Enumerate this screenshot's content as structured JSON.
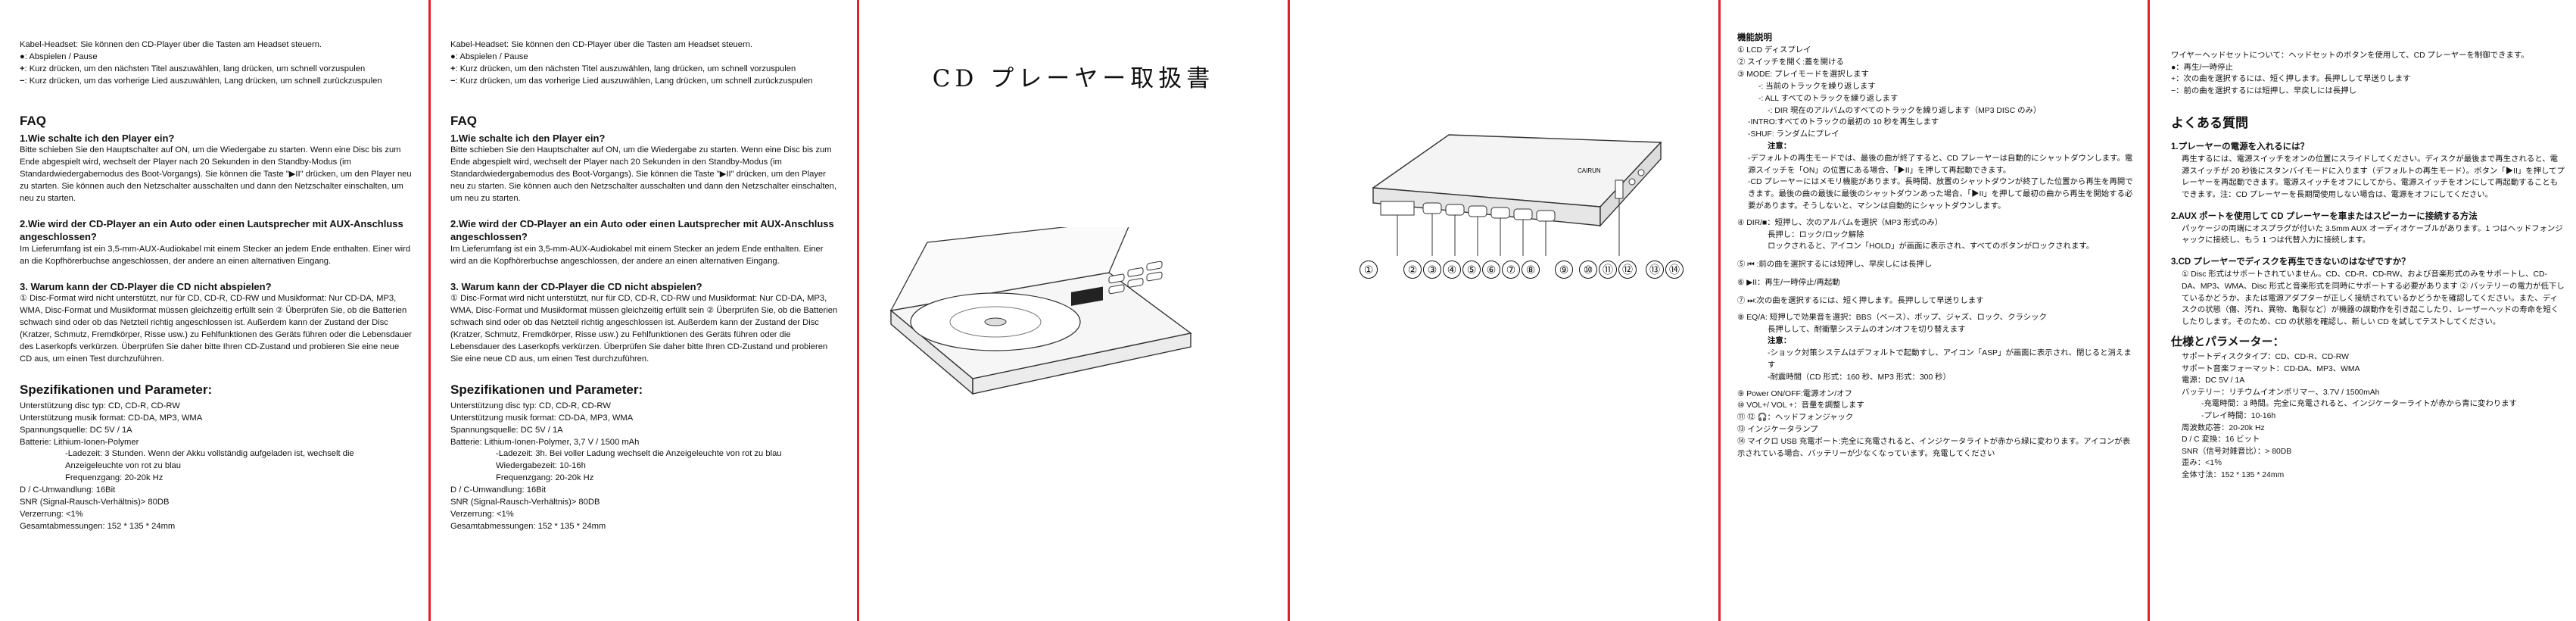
{
  "de_page": {
    "headset": "Kabel-Headset: Sie können den CD-Player über die Tasten am Headset steuern.",
    "headset_items": [
      {
        "icon": "●",
        "text": ": Abspielen / Pause"
      },
      {
        "icon": "+",
        "text": ": Kurz drücken, um den nächsten Titel auszuwählen, lang drücken, um schnell vorzuspulen"
      },
      {
        "icon": "−",
        "text": ": Kurz drücken, um das vorherige Lied auszuwählen, Lang drücken, um schnell zurückzuspulen"
      }
    ],
    "faq_title": "FAQ",
    "q1": "1.Wie schalte ich den Player ein?",
    "a1": "Bitte schieben Sie den Hauptschalter auf ON, um die Wiedergabe zu starten. Wenn eine Disc bis zum Ende abgespielt wird, wechselt der Player nach 20 Sekunden in den Standby-Modus (im Standardwiedergabemodus des Boot-Vorgangs). Sie können die Taste \"▶II\" drücken, um den Player neu zu starten. Sie können auch den Netzschalter ausschalten und dann den Netzschalter einschalten, um neu zu starten.",
    "q2": "2.Wie wird der CD-Player an ein Auto oder einen Lautsprecher mit AUX-Anschluss angeschlossen?",
    "a2": "Im Lieferumfang ist ein 3,5-mm-AUX-Audiokabel mit einem Stecker an jedem Ende enthalten. Einer wird an die Kopfhörerbuchse angeschlossen, der andere an einen alternativen Eingang.",
    "q3": "3. Warum kann der CD-Player die CD nicht abspielen?",
    "a3": "① Disc-Format wird nicht unterstützt, nur für CD, CD-R, CD-RW und Musikformat: Nur CD-DA, MP3, WMA, Disc-Format und Musikformat müssen gleichzeitig erfüllt sein ② Überprüfen Sie, ob die Batterien schwach sind oder ob das Netzteil richtig angeschlossen ist. Außerdem kann der Zustand der Disc (Kratzer, Schmutz, Fremdkörper, Risse usw.) zu Fehlfunktionen des Geräts führen oder die Lebensdauer des Laserkopfs verkürzen. Überprüfen Sie daher bitte Ihren CD-Zustand und probieren Sie eine neue CD aus, um einen Test durchzuführen.",
    "spec_title": "Spezifikationen und Parameter:",
    "specs": [
      "Unterstützung disc typ: CD, CD-R, CD-RW",
      "Unterstützung musik format: CD-DA, MP3, WMA",
      "Spannungsquelle: DC 5V / 1A",
      "Batterie: Lithium-Ionen-Polymer"
    ],
    "specs_battery_detail": [
      "-Ladezeit: 3 Stunden. Wenn der Akku vollständig aufgeladen ist, wechselt die Anzeigeleuchte von rot zu blau",
      "Frequenzgang: 20-20k Hz"
    ],
    "specs_tail": [
      "D / C-Umwandlung: 16Bit",
      "SNR (Signal-Rausch-Verhältnis)> 80DB",
      "Verzerrung: <1%",
      "Gesamtabmessungen: 152 * 135 * 24mm"
    ]
  },
  "de_page2": {
    "specs": [
      "Unterstützung disc typ: CD, CD-R, CD-RW",
      "Unterstützung musik format: CD-DA, MP3, WMA",
      "Spannungsquelle: DC 5V / 1A",
      "Batterie: Lithium-Ionen-Polymer, 3,7 V / 1500 mAh"
    ],
    "specs_battery_detail": [
      "-Ladezeit: 3h. Bei voller Ladung wechselt die Anzeigeleuchte von rot zu blau",
      "Wiedergabezeit: 10-16h",
      "Frequenzgang: 20-20k Hz"
    ],
    "specs_tail": [
      "D / C-Umwandlung: 16Bit",
      "SNR (Signal-Rausch-Verhältnis)> 80DB",
      "Verzerrung: <1%",
      "Gesamtabmessungen: 152 * 135 * 24mm"
    ]
  },
  "cover": {
    "title": "CD プレーヤー取扱書",
    "callouts": [
      "①",
      "②",
      "③",
      "④",
      "⑤",
      "⑥",
      "⑦",
      "⑧",
      "⑨",
      "⑩",
      "⑪",
      "⑫",
      "⑬",
      "⑭"
    ],
    "device_brand": "CAIRUN"
  },
  "jp_left": {
    "title": "機能説明",
    "lines": [
      "① LCD ディスプレイ",
      "② スイッチを開く:蓋を開ける",
      "③ MODE: プレイモードを選択します",
      "-: 当前のトラックを繰り返します",
      "-: ALL すべてのトラックを繰り返します",
      "-: DIR 現在のアルバムのすべてのトラックを繰り返します（MP3 DISC のみ）",
      "-INTRO:すべてのトラックの最初の 10 秒を再生します",
      "-SHUF: ランダムにプレイ",
      "注意：",
      "-デフォルトの再生モードでは、最後の曲が終了すると、CD プレーヤーは自動的にシャットダウンします。電源スイッチを「ON」の位置にある場合、「▶II」を押して再起動できます。",
      "-CD プレーヤーにはメモリ機能があります。長時間、放置のシャットダウンが終了した位置から再生を再開できます。最後の曲の最後に最後のシャットダウンあった場合、「▶II」を押して最初の曲から再生を開始する必要があります。そうしないと、マシンは自動的にシャットダウンします。",
      "④ DIR/■：短押し、次のアルバムを選択（MP3 形式のみ）",
      "長押し：ロック/ロック解除",
      "ロックされると、アイコン「HOLD」が画面に表示され、すべてのボタンがロックされます。",
      "⑤ ⏮ :前の曲を選択するには短押し、早戻しには長押し",
      "⑥ ▶II：再生/一時停止/再起動",
      "⑦ ⏭:次の曲を選択するには、短く押します。長押しして早送りします",
      "⑧ EQ/A: 短押しで効果音を選択：BBS（ベース）、ポップ、ジャズ、ロック、クラシック",
      "長押しして、耐衝撃システムのオン/オフを切り替えます",
      "注意：",
      "-ショック対策システムはデフォルトで起動すし、アイコン「ASP」が画面に表示され、閉じると消えます",
      "-耐震時間（CD 形式：160 秒、MP3 形式：300 秒）",
      "⑨ Power ON/OFF:電源オン/オフ",
      "⑩ VOL+/ VOL +：音量を調整します",
      "⑪ ⑫ 🎧：ヘッドフォンジャック",
      "⑬ インジケータランプ",
      "⑭ マイクロ USB 充電ポート:完全に充電されると、インジケータライトが赤から緑に変わります。アイコンが表示されている場合、バッテリーが少なくなっています。充電してください"
    ]
  },
  "jp_right": {
    "headset": "ワイヤーヘッドセットについて：ヘッドセットのボタンを使用して、CD プレーヤーを制御できます。",
    "headset_items": [
      "●：再生/一時停止",
      "+：次の曲を選択するには、短く押します。長押しして早送りします",
      "−：前の曲を選択するには短押し、早戻しには長押し"
    ],
    "faq_title": "よくある質問",
    "q1": "1.プレーヤーの電源を入れるには？",
    "a1": "再生するには、電源スイッチをオンの位置にスライドしてください。ディスクが最後まで再生されると、電源スイッチが 20 秒後にスタンバイモードに入ります（デフォルトの再生モード）。ボタン「▶II」を押してプレーヤーを再起動できます。電源スイッチをオフにしてから、電源スイッチをオンにして再起動することもできます。注：CD プレーヤーを長期間使用しない場合は、電源をオフにしてください。",
    "q2": "2.AUX ポートを使用して CD プレーヤーを車またはスピーカーに接続する方法",
    "a2": "パッケージの両端にオスプラグが付いた 3.5mm AUX オーディオケーブルがあります。1 つはヘッドフォンジャックに接続し、もう 1 つは代替入力に接続します。",
    "q3": "3.CD プレーヤーでディスクを再生できないのはなぜですか？",
    "a3": "① Disc 形式はサポートされていません。CD、CD-R、CD-RW、および音楽形式のみをサポートし、CD-DA、MP3、WMA、Disc 形式と音楽形式を同時にサポートする必要があります ② バッテリーの電力が低下しているかどうか、または電源アダプターが正しく接続されているかどうかを確認してください。また、ディスクの状態（傷、汚れ、異物、亀裂など）が機器の誤動作を引き起こしたり、レーザーヘッドの寿命を短くしたりします。そのため、CD の状態を確認し、新しい CD を試してテストしてください。",
    "spec_title": "仕様とパラメーター：",
    "specs": [
      "サポートディスクタイプ：CD、CD-R、CD-RW",
      "サポート音楽フォーマット：CD-DA、MP3、WMA",
      "電源：DC 5V / 1A",
      "バッテリー：リチウムイオンポリマー、3.7V / 1500mAh",
      "-充電時間：3 時間。完全に充電されると、インジケーターライトが赤から青に変わります",
      "-プレイ時間：10-16h",
      "周波数応答：20-20k Hz",
      "D / C 変換：16 ビット",
      "SNR（信号対雑音比）：> 80DB",
      "歪み：<1％",
      "全体寸法：152 * 135 * 24mm"
    ]
  }
}
